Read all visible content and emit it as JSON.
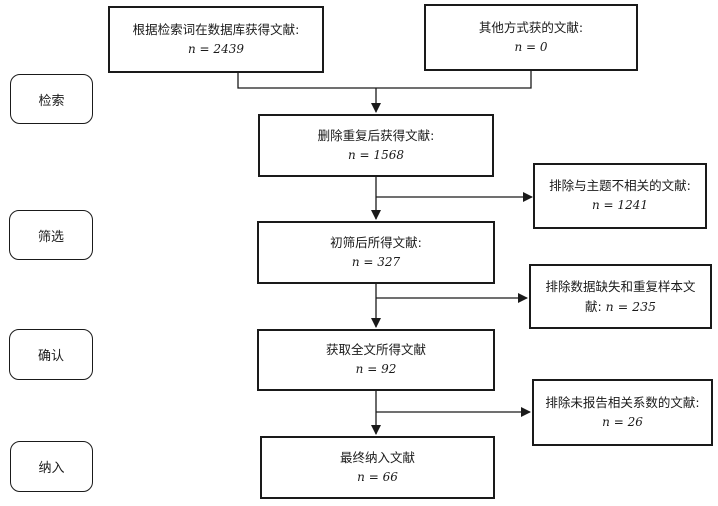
{
  "stages": [
    "检索",
    "筛选",
    "确认",
    "纳入"
  ],
  "boxes": {
    "database": {
      "label": "根据检索词在数据库获得文献:",
      "count": "n = 2439"
    },
    "other": {
      "label": "其他方式获的文献:",
      "count": "n = 0"
    },
    "dedup": {
      "label": "删除重复后获得文献:",
      "count": "n = 1568"
    },
    "excl_topic": {
      "label": "排除与主题不相关的文献:",
      "count": "n = 1241"
    },
    "screened": {
      "label": "初筛后所得文献:",
      "count": "n = 327"
    },
    "excl_missing": {
      "label_line1": "排除数据缺失和重复样本文",
      "label_line2": "献:",
      "count": "n = 235"
    },
    "fulltext": {
      "label": "获取全文所得文献",
      "count": "n = 92"
    },
    "excl_noreport": {
      "label": "排除未报告相关系数的文献:",
      "count": "n = 26"
    },
    "final": {
      "label": "最终纳入文献",
      "count": "n = 66"
    }
  }
}
